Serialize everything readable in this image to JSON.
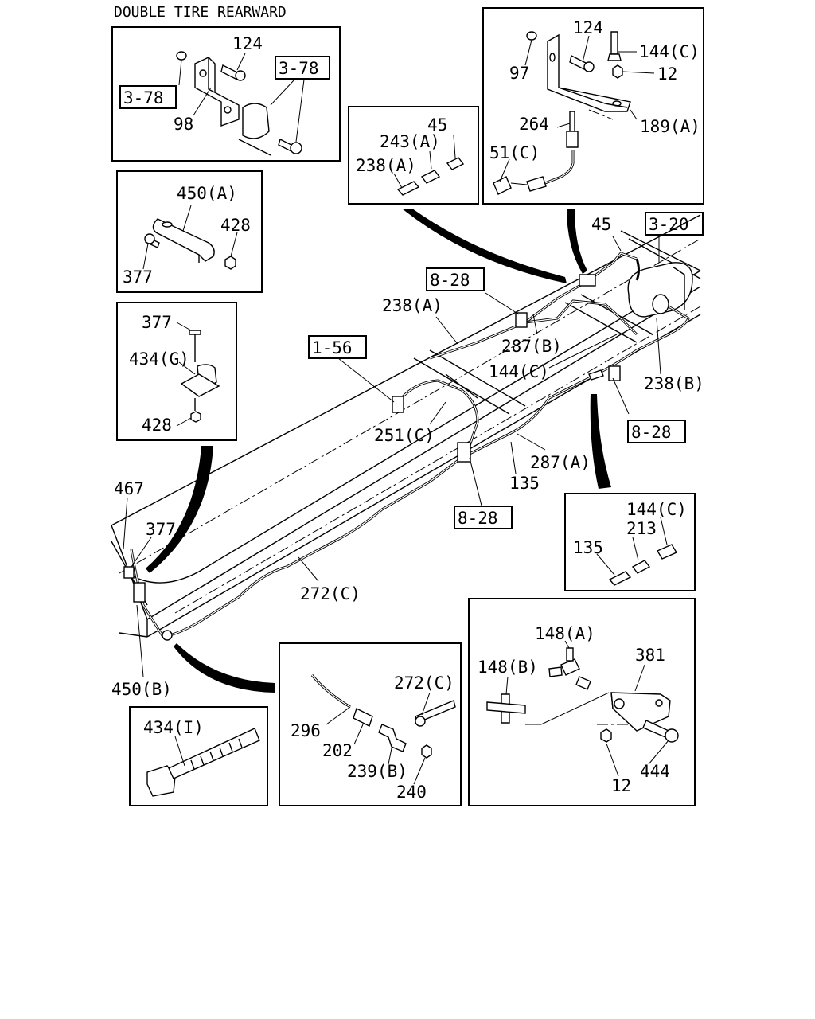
{
  "title": "DOUBLE TIRE REARWARD",
  "refs": {
    "r_3_78_a": "3-78",
    "r_3_78_b": "3-78",
    "r_8_28_a": "8-28",
    "r_8_28_b": "8-28",
    "r_8_28_c": "8-28",
    "r_1_56": "1-56",
    "r_3_20": "3-20"
  },
  "labels": {
    "l124_a": "124",
    "l98": "98",
    "l450a": "450(A)",
    "l428_a": "428",
    "l377_a": "377",
    "l377_b": "377",
    "l434g": "434(G)",
    "l428_b": "428",
    "l45_a": "45",
    "l243a": "243(A)",
    "l238a_a": "238(A)",
    "l124_b": "124",
    "l97": "97",
    "l144c_a": "144(C)",
    "l12_a": "12",
    "l264": "264",
    "l189a": "189(A)",
    "l51c": "51(C)",
    "l45_b": "45",
    "l238a_b": "238(A)",
    "l287b": "287(B)",
    "l144c_b": "144(C)",
    "l238b": "238(B)",
    "l251c": "251(C)",
    "l287a": "287(A)",
    "l135_a": "135",
    "l467": "467",
    "l377_c": "377",
    "l272c_a": "272(C)",
    "l450b": "450(B)",
    "l144c_c": "144(C)",
    "l213": "213",
    "l135_b": "135",
    "l148a": "148(A)",
    "l148b": "148(B)",
    "l381": "381",
    "l12_b": "12",
    "l444": "444",
    "l434i": "434(I)",
    "l272c_b": "272(C)",
    "l296": "296",
    "l202": "202",
    "l239b": "239(B)",
    "l240": "240"
  }
}
